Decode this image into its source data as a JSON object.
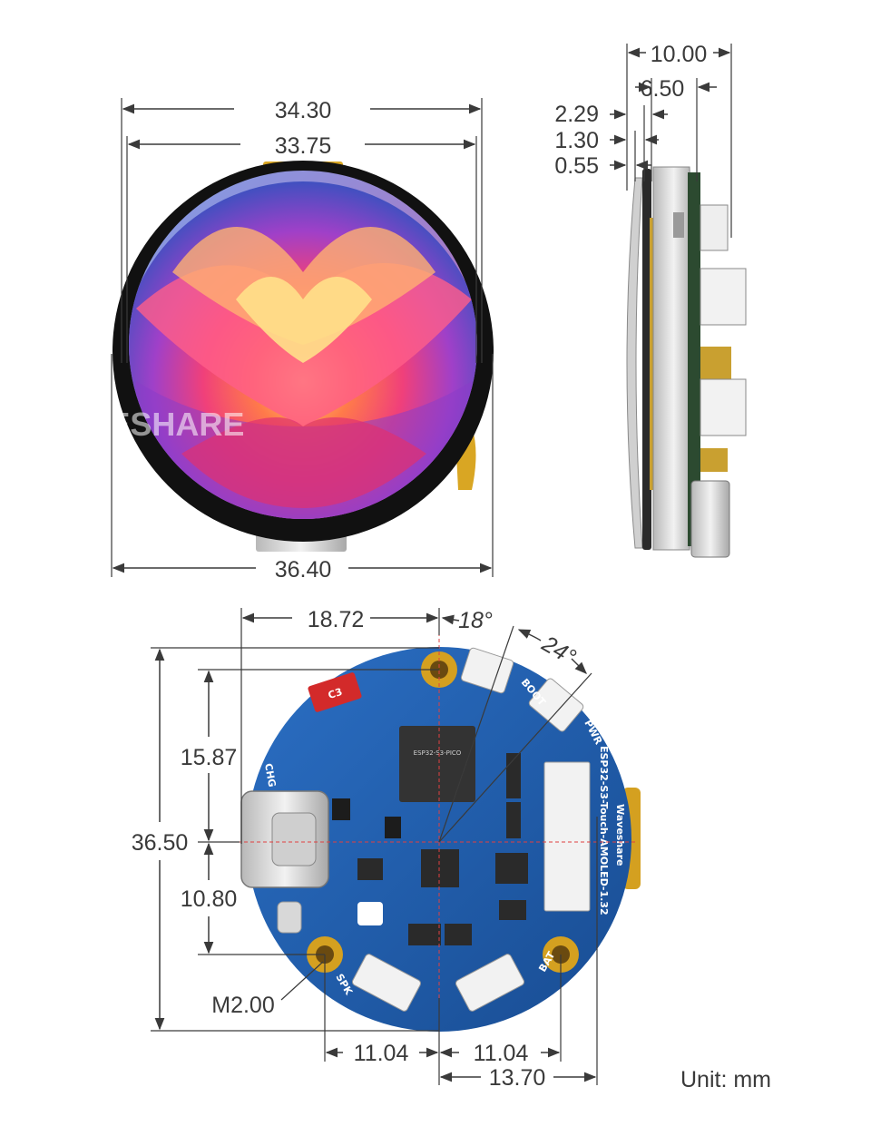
{
  "front_view": {
    "width_outer": "34.30",
    "width_inner": "33.75",
    "width_total": "36.40",
    "watermark": "WAVESHARE"
  },
  "side_view": {
    "total": "10.00",
    "board": "6.50",
    "d1": "2.29",
    "d2": "1.30",
    "d3": "0.55"
  },
  "back_view": {
    "h_left": "18.72",
    "angle_a": "18°",
    "angle_b": "24°",
    "v_top": "15.87",
    "v_total": "36.50",
    "v_bottom": "10.80",
    "hole": "M2.00",
    "h_bl": "11.04",
    "h_br": "11.04",
    "h_right": "13.70",
    "chip_label": "ESP32-S3-PICO",
    "board_name": "ESP32-S3-Touch-AMOLED-1.32",
    "brand": "Waveshare",
    "silk": {
      "boot": "BOOT",
      "pwr": "PWR",
      "spk": "SPK",
      "bat": "BAT",
      "chg": "CHG",
      "c3": "C3"
    }
  },
  "unit": "Unit: mm",
  "colors": {
    "pcb": "#1f5aa6",
    "text": "#3a3a3a",
    "gold": "#d4a020"
  }
}
